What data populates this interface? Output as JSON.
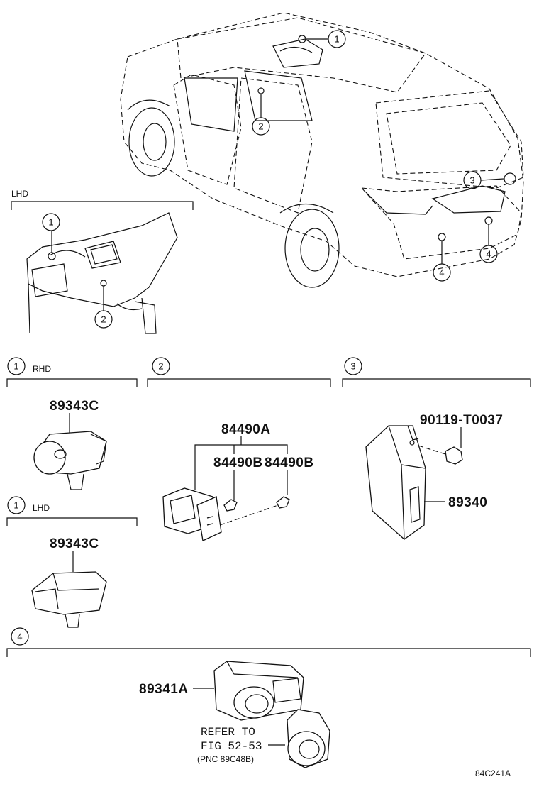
{
  "callouts": {
    "c1": "1",
    "c2": "2",
    "c3": "3",
    "c4": "4"
  },
  "views": {
    "lhd_view_label": "LHD"
  },
  "sections": {
    "s1_rhd": {
      "num": "1",
      "tag": "RHD",
      "part": "89343C"
    },
    "s2": {
      "num": "2",
      "part_main": "84490A",
      "part_sub_a": "84490B",
      "part_sub_b": "84490B"
    },
    "s3": {
      "num": "3",
      "bolt": "90119-T0037",
      "module": "89340"
    },
    "s1_lhd": {
      "num": "1",
      "tag": "LHD",
      "part": "89343C"
    },
    "s4": {
      "num": "4",
      "sensor": "89341A",
      "refer_line1": "REFER TO",
      "refer_line2": "FIG 52-53",
      "refer_line3": "(PNC 89C48B)"
    }
  },
  "figure_code": "84C241A"
}
